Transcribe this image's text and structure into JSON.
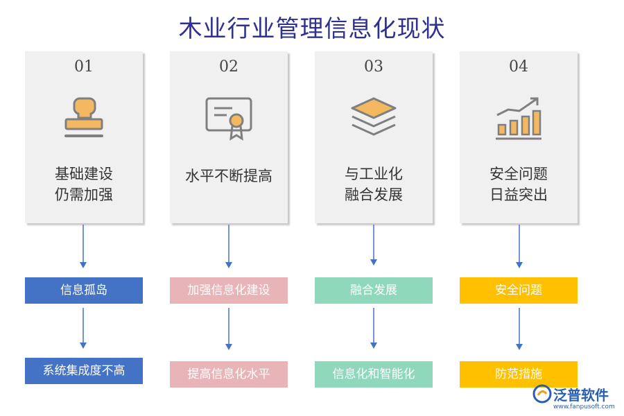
{
  "title": "木业行业管理信息化现状",
  "colors": {
    "title": "#2e3192",
    "card_bg": "#f0f0f0",
    "arrow": "#4472c4",
    "icon": "#7f7f7f",
    "icon_accent": "#f4b860",
    "col1": "#4472c4",
    "col2": "#e8b4b8",
    "col3": "#8fd8bb",
    "col4": "#ffc000"
  },
  "cards": [
    {
      "num": "01",
      "label": "基础建设\n仍需加强",
      "icon": "stamp-icon",
      "box1": "信息孤岛",
      "box2": "系统集成度不高"
    },
    {
      "num": "02",
      "label": "水平不断提高",
      "icon": "certificate-icon",
      "box1": "加强信息化建设",
      "box2": "提高信息化水平"
    },
    {
      "num": "03",
      "label": "与工业化\n融合发展",
      "icon": "layers-icon",
      "box1": "融合发展",
      "box2": "信息化和智能化"
    },
    {
      "num": "04",
      "label": "安全问题\n日益突出",
      "icon": "growth-chart-icon",
      "box1": "安全问题",
      "box2": "防范措施"
    }
  ],
  "logo": {
    "brand": "泛普软件",
    "url": "www.fanpusoft.com"
  }
}
